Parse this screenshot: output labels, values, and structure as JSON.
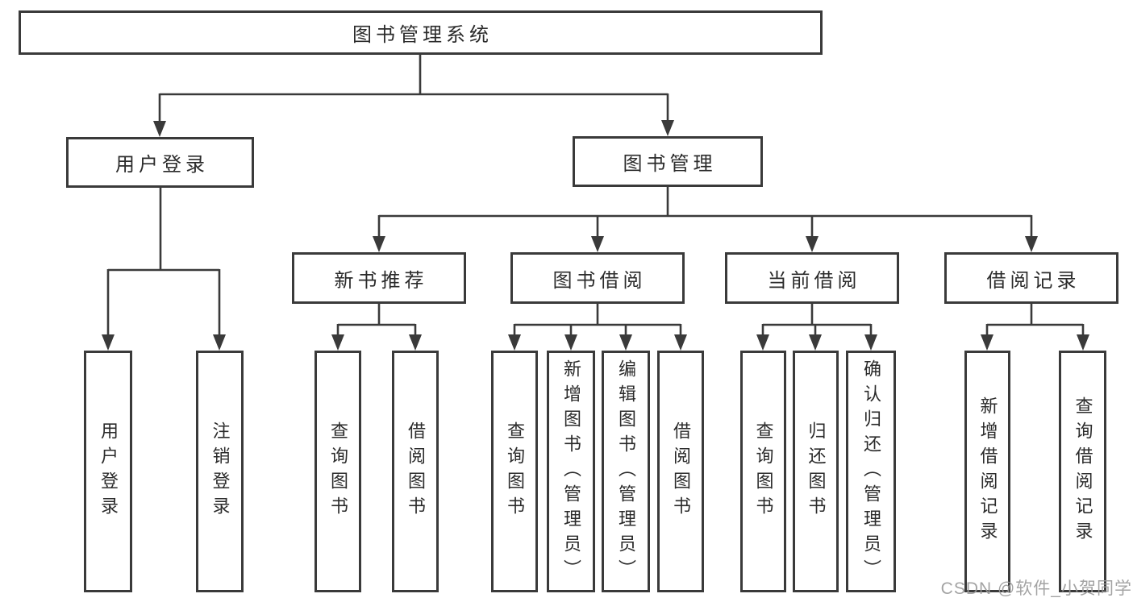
{
  "diagram_title": "图书管理系统",
  "nodes": {
    "root": "图书管理系统",
    "user_login": "用户登录",
    "book_mgmt": "图书管理",
    "new_book_rec": "新书推荐",
    "book_borrow": "图书借阅",
    "current_borrow": "当前借阅",
    "borrow_record": "借阅记录",
    "leaf_user_login": "用户登录",
    "leaf_logout": "注销登录",
    "leaf_nbr_query": "查询图书",
    "leaf_nbr_borrow": "借阅图书",
    "leaf_bb_query": "查询图书",
    "leaf_bb_add": "新增图书（管理员）",
    "leaf_bb_edit": "编辑图书（管理员）",
    "leaf_bb_borrow": "借阅图书",
    "leaf_cb_query": "查询图书",
    "leaf_cb_return": "归还图书",
    "leaf_cb_confirm": "确认归还（管理员）",
    "leaf_br_add": "新增借阅记录",
    "leaf_br_query": "查询借阅记录"
  },
  "hierarchy": {
    "图书管理系统": {
      "用户登录": [
        "用户登录",
        "注销登录"
      ],
      "图书管理": {
        "新书推荐": [
          "查询图书",
          "借阅图书"
        ],
        "图书借阅": [
          "查询图书",
          "新增图书（管理员）",
          "编辑图书（管理员）",
          "借阅图书"
        ],
        "当前借阅": [
          "查询图书",
          "归还图书",
          "确认归还（管理员）"
        ],
        "借阅记录": [
          "新增借阅记录",
          "查询借阅记录"
        ]
      }
    }
  },
  "watermark": "CSDN @软件_小贺同学",
  "colors": {
    "line": "#3a3a3a",
    "box_border": "#3a3a3a",
    "text": "#2b2b2b",
    "background": "#ffffff",
    "watermark": "#9a9a9a"
  }
}
